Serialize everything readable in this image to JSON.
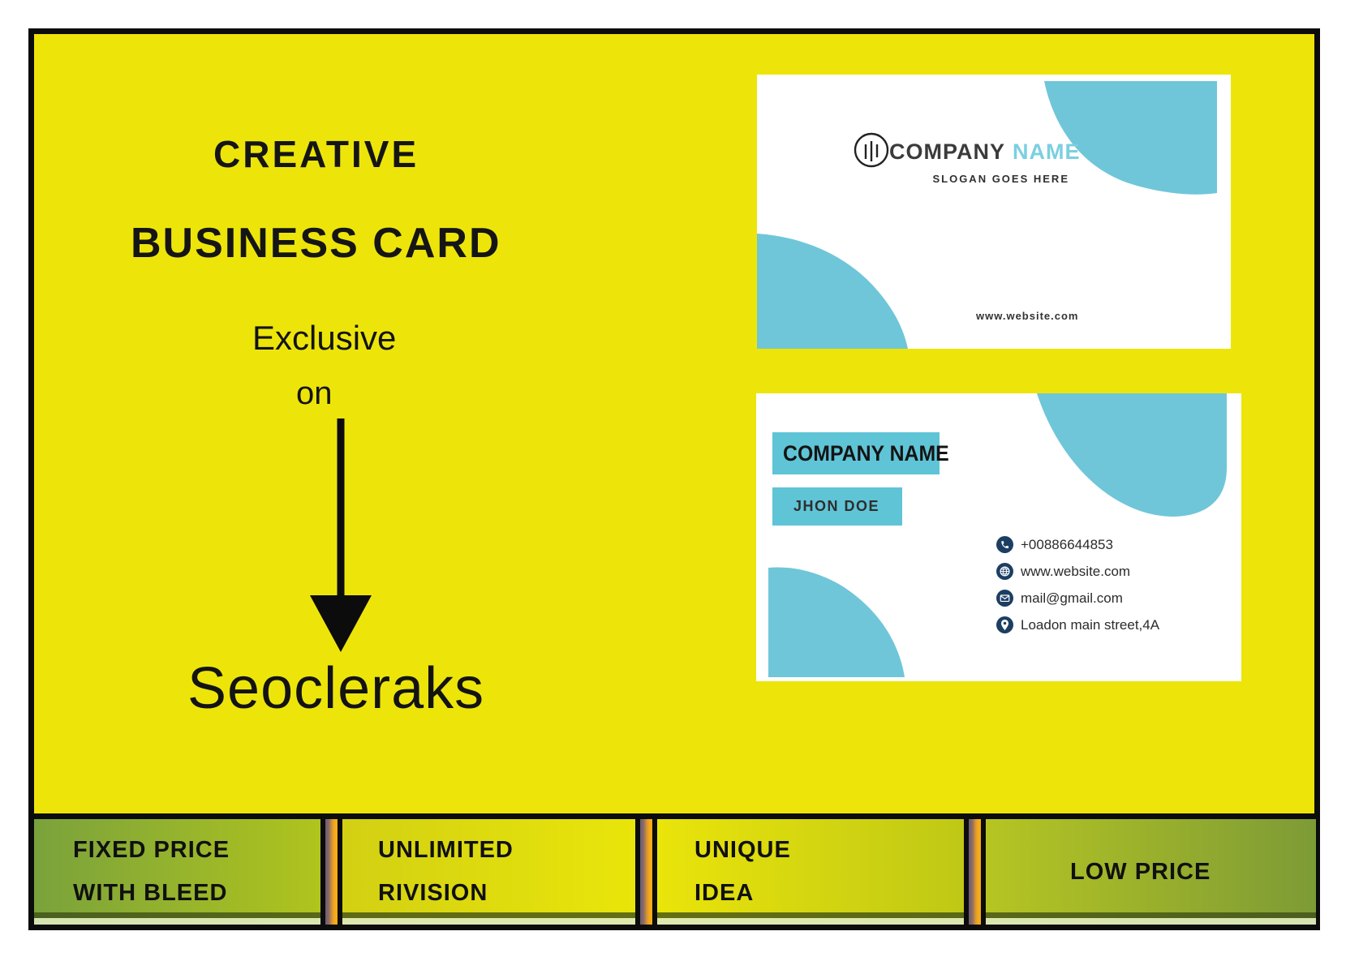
{
  "promo": {
    "title_line1": "CREATIVE",
    "title_line2": "BUSINESS CARD",
    "exclusive": "Exclusive",
    "on": "on",
    "brand": "Seocleraks"
  },
  "card_front": {
    "company_word": "COMPANY",
    "name_word": "NAME",
    "slogan": "SLOGAN GOES HERE",
    "website": "www.website.com"
  },
  "card_back": {
    "company_name": "COMPANY NAME",
    "person_name": "JHON DOE",
    "contacts": [
      {
        "icon": "phone-icon",
        "text": "+00886644853"
      },
      {
        "icon": "globe-icon",
        "text": "www.website.com"
      },
      {
        "icon": "mail-icon",
        "text": "mail@gmail.com"
      },
      {
        "icon": "location-icon",
        "text": "Loadon main street,4A"
      }
    ]
  },
  "features": [
    {
      "line1": "FIXED PRICE",
      "line2": "WITH BLEED"
    },
    {
      "line1": "UNLIMITED",
      "line2": "RIVISION"
    },
    {
      "line1": "UNIQUE",
      "line2": "IDEA"
    },
    {
      "line1": "LOW PRICE",
      "line2": ""
    }
  ],
  "colors": {
    "background_yellow": "#EDE50A",
    "frame_black": "#0c0c0c",
    "card_teal": "#6FC6D9",
    "label_teal": "#5FC4D6",
    "name_blue": "#7BCFE1",
    "icon_navy": "#1C3E63",
    "divider_orange": "#F4A91B",
    "feature_green_dark": "#7aa23c",
    "feature_green_light": "#b0c41d"
  }
}
